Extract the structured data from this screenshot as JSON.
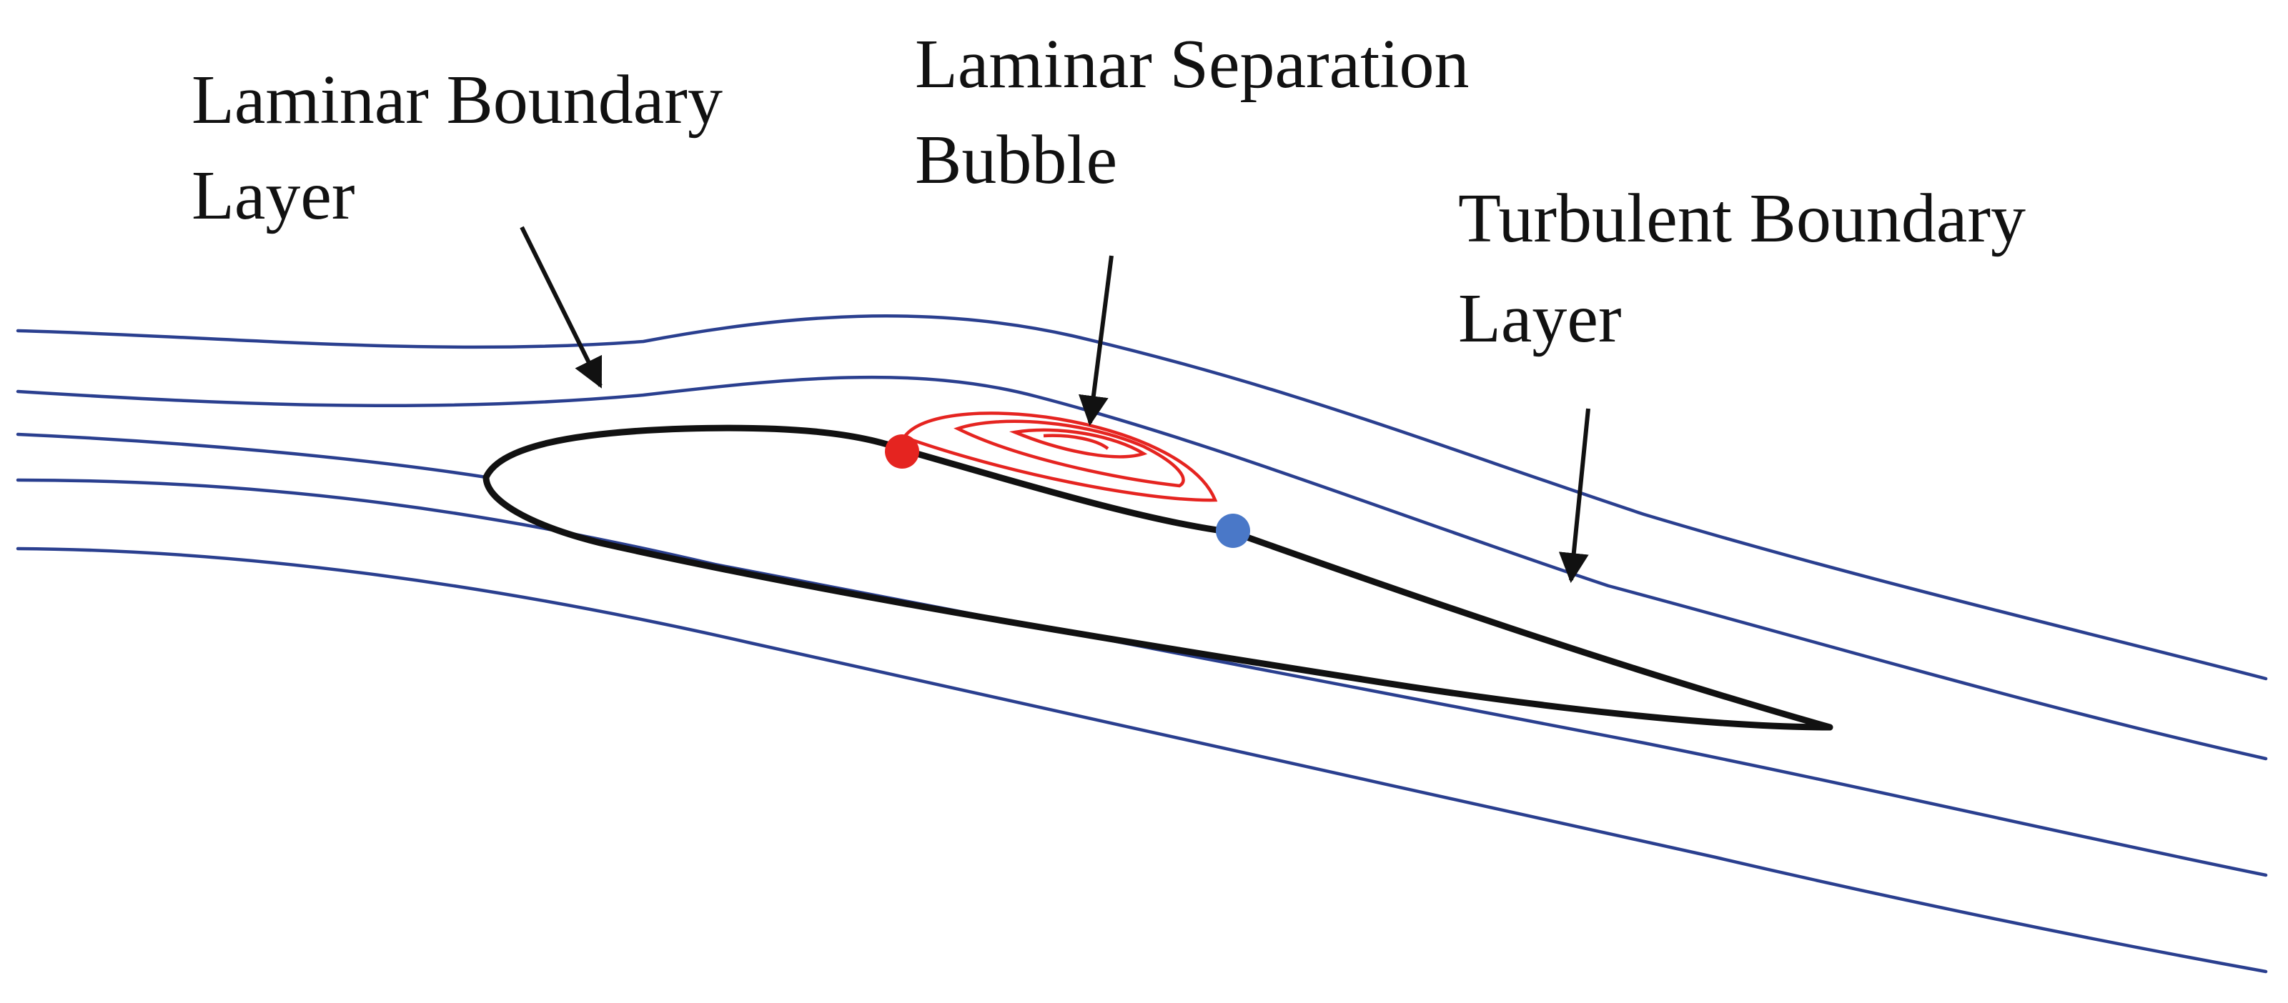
{
  "labels": {
    "laminar_boundary_layer": [
      "Laminar Boundary",
      "Layer"
    ],
    "laminar_separation_bubble": [
      "Laminar Separation",
      "Bubble"
    ],
    "turbulent_boundary_layer": [
      "Turbulent Boundary",
      "Layer"
    ]
  },
  "colors": {
    "streamline": "#2a3f8f",
    "airfoil": "#111111",
    "bubble": "#e52420",
    "separation_point": "#e52420",
    "reattachment_point": "#4a78c8",
    "arrow": "#111111",
    "background": "#ffffff"
  },
  "markers": {
    "separation_point": "red-dot",
    "reattachment_point": "blue-dot"
  }
}
